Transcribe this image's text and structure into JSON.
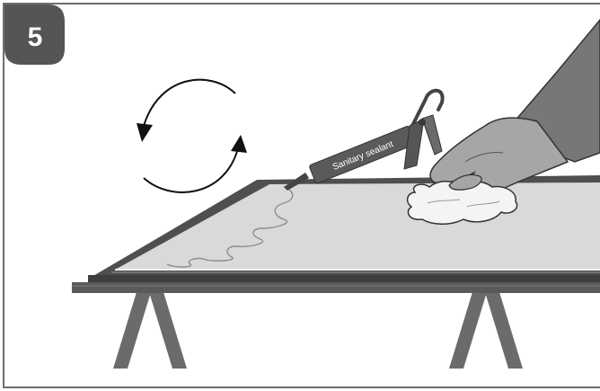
{
  "step": {
    "number": "5"
  },
  "sealant_gun": {
    "label": "Sanitary sealant"
  },
  "icons": [
    "rotate-arrows-icon",
    "step-number-badge"
  ],
  "colors": {
    "border": "#6e6e6e",
    "badge": "#555555",
    "frame_dark": "#4f4f4f",
    "glass": "#d9d9d9",
    "glove": "#a6a6a6",
    "trestle": "#6b6b6b",
    "cloth": "#f4f4f4"
  }
}
